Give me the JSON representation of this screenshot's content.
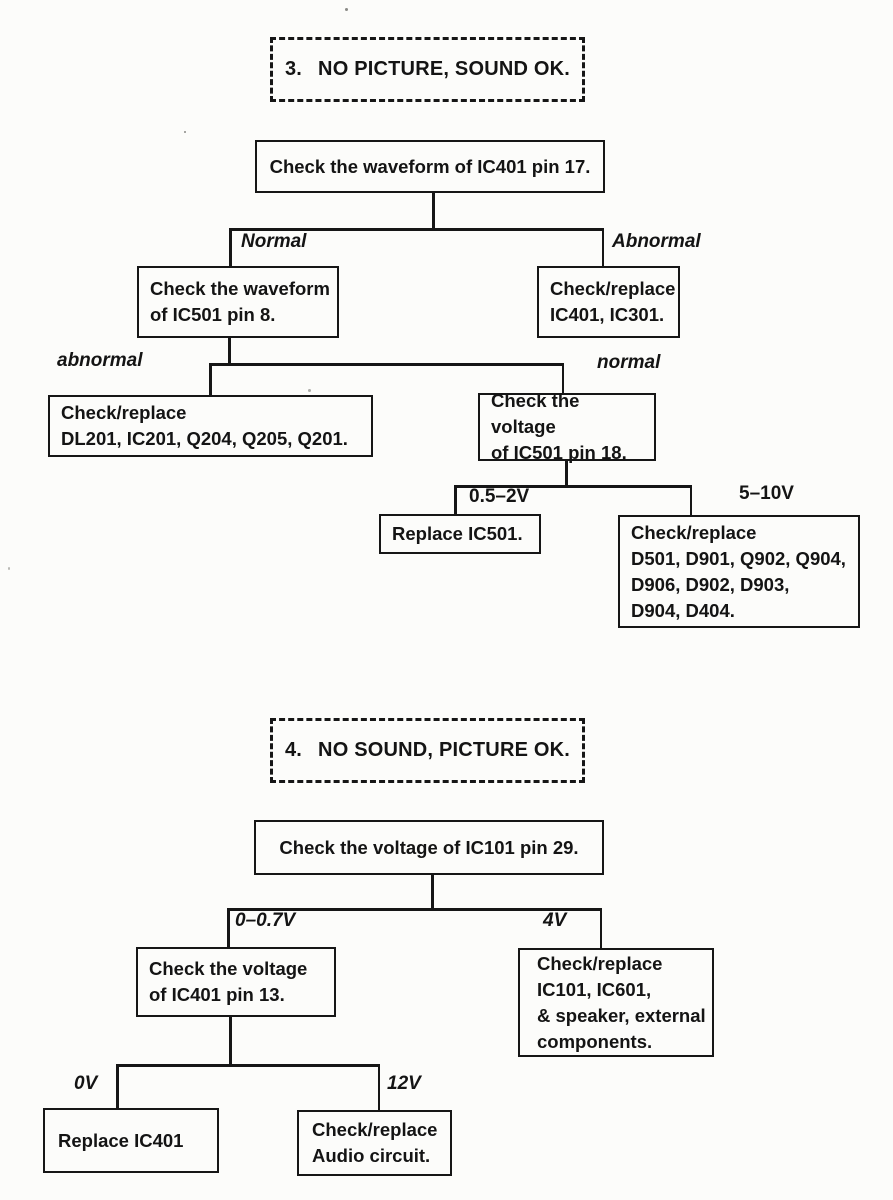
{
  "chart1": {
    "number": "3.",
    "title": "NO PICTURE, SOUND OK.",
    "root": "Check the waveform of IC401 pin 17.",
    "branch1": {
      "left": "Normal",
      "right": "Abnormal"
    },
    "check_ic501_pin8": "Check the waveform\nof IC501 pin 8.",
    "replace_ic401_ic301": "Check/replace\nIC401, IC301.",
    "branch2": {
      "left": "abnormal",
      "right": "normal"
    },
    "replace_dl201_list": "Check/replace\nDL201, IC201, Q204, Q205, Q201.",
    "check_ic501_pin18": "Check the voltage\nof IC501 pin 18.",
    "branch3": {
      "left": "0.5–2V",
      "right": "5–10V"
    },
    "replace_ic501": "Replace IC501.",
    "replace_d501_list": "Check/replace\nD501, D901, Q902, Q904,\nD906, D902, D903,\nD904, D404."
  },
  "chart2": {
    "number": "4.",
    "title": "NO SOUND, PICTURE OK.",
    "root": "Check the voltage of IC101 pin 29.",
    "branch1": {
      "left": "0–0.7V",
      "right": "4V"
    },
    "check_ic401_pin13": "Check the voltage\nof IC401 pin 13.",
    "replace_ic101_list": "Check/replace\nIC101, IC601,\n& speaker, external\ncomponents.",
    "branch2": {
      "left": "0V",
      "right": "12V"
    },
    "replace_ic401": "Replace IC401",
    "replace_audio": "Check/replace\nAudio circuit."
  },
  "colors": {
    "ink": "#161616",
    "paper": "#fcfcfa"
  }
}
